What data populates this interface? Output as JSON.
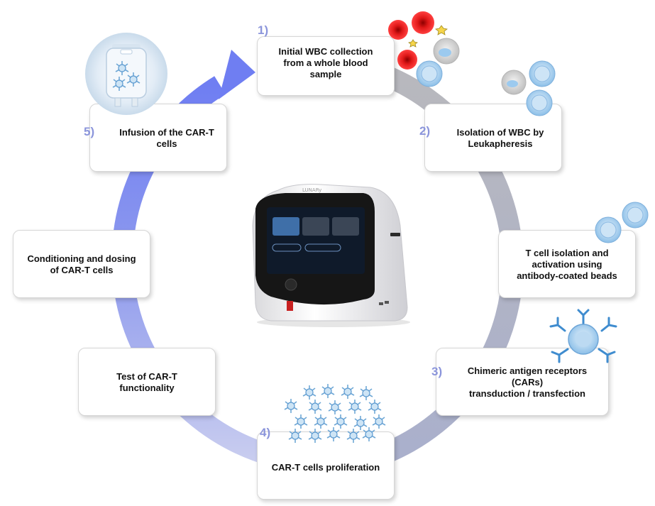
{
  "colors": {
    "arrow_blue_dark": "#6f7ef2",
    "arrow_blue_light": "#c9cdef",
    "arrow_gray": "#b3b3b8",
    "step_number": "#8b95db",
    "red_cell": "#e01818",
    "cell_blue": "#9cc9ec",
    "cell_gray": "#cfcfcf",
    "antibody_blue": "#3f8ccf"
  },
  "steps": [
    {
      "number": "1)",
      "label": "Initial  WBC collection\nfrom a whole blood\nsample"
    },
    {
      "number": "2)",
      "label": "Isolation of WBC by\nLeukapheresis"
    },
    {
      "number": "",
      "label": "T cell isolation and\nactivation using\nantibody-coated beads"
    },
    {
      "number": "3)",
      "label": "Chimeric antigen receptors\n(CARs)\ntransduction / transfection"
    },
    {
      "number": "4)",
      "label": "CAR-T cells proliferation"
    },
    {
      "number": "",
      "label": "Test of CAR-T\nfunctionality"
    },
    {
      "number": "",
      "label": "Conditioning  and dosing\nof CAR-T cells"
    },
    {
      "number": "5)",
      "label": "Infusion of the CAR-T\ncells"
    }
  ],
  "device": {
    "brand": "LUNARy",
    "screen_buttons": [
      "",
      "",
      ""
    ]
  },
  "icons": [
    "blood-bag-icon",
    "red-blood-cell-icon",
    "white-blood-cell-icon",
    "platelet-icon",
    "bead-icon",
    "car-t-cell-icon",
    "antibody-icon"
  ]
}
